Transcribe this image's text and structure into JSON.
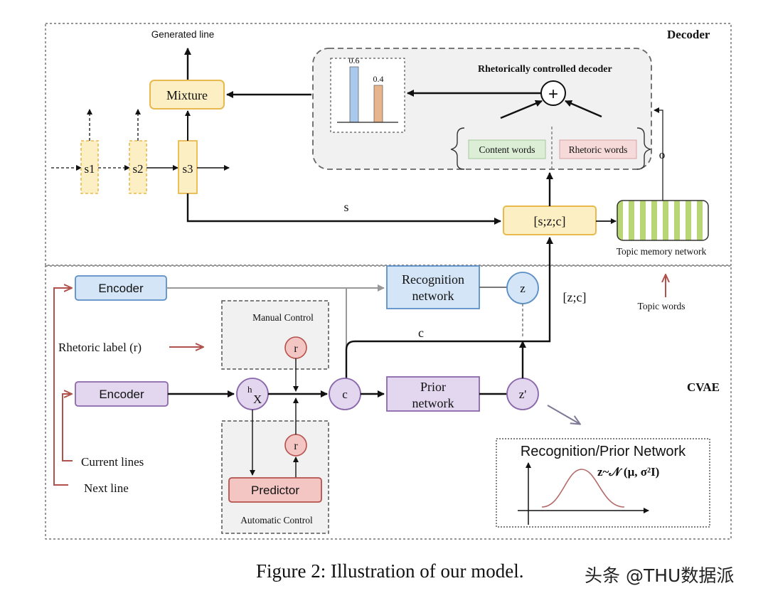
{
  "decoder_panel": {
    "title": "Decoder",
    "generated_line": "Generated line",
    "mixture": "Mixture",
    "s1": "s1",
    "s2": "s2",
    "s3": "s3",
    "s_label": "s",
    "concat": "[s;z;c]",
    "topic_memory": "Topic memory network",
    "o_label": "o",
    "rcd": {
      "title": "Rhetorically controlled decoder",
      "plus": "+",
      "content_words": "Content words",
      "rhetoric_words": "Rhetoric words",
      "bars": [
        {
          "value": 0.6,
          "label": "0.6",
          "color": "#a9c9ec"
        },
        {
          "value": 0.4,
          "label": "0.4",
          "color": "#e8b48b"
        }
      ]
    }
  },
  "cvae_panel": {
    "title": "CVAE",
    "encoder_top": "Encoder",
    "encoder_bottom": "Encoder",
    "recognition": [
      "Recognition",
      "network"
    ],
    "z": "z",
    "zc_label": "[z;c]",
    "topic_words": "Topic words",
    "manual_control": "Manual Control",
    "r_manual": "r",
    "rhetoric_label": "Rhetoric label (r)",
    "hx_h": "h",
    "hx_x": "X",
    "c_node": "c",
    "c_label": "c",
    "prior": [
      "Prior",
      "network"
    ],
    "z_prime": "z'",
    "r_auto": "r",
    "predictor": "Predictor",
    "automatic_control": "Automatic Control",
    "current_lines": "Current lines",
    "next_line": "Next line",
    "inset": {
      "title": "Recognition/Prior Network",
      "formula": "z~𝒩 (μ, σ²I)"
    }
  },
  "caption": "Figure 2: Illustration of our model.",
  "watermark": "头条 @THU数据派",
  "colors": {
    "yellow_fill": "#fdefc4",
    "yellow_stroke": "#e8b94f",
    "blue_fill": "#d3e5f6",
    "blue_stroke": "#5b8fc6",
    "purple_fill": "#e3d6ef",
    "purple_stroke": "#8a67aa",
    "red_fill": "#f3c6c4",
    "red_stroke": "#b5504a",
    "green_fill": "#dcefd6",
    "pink_fill": "#f6d9d9",
    "arrow_red": "#b0524b"
  }
}
